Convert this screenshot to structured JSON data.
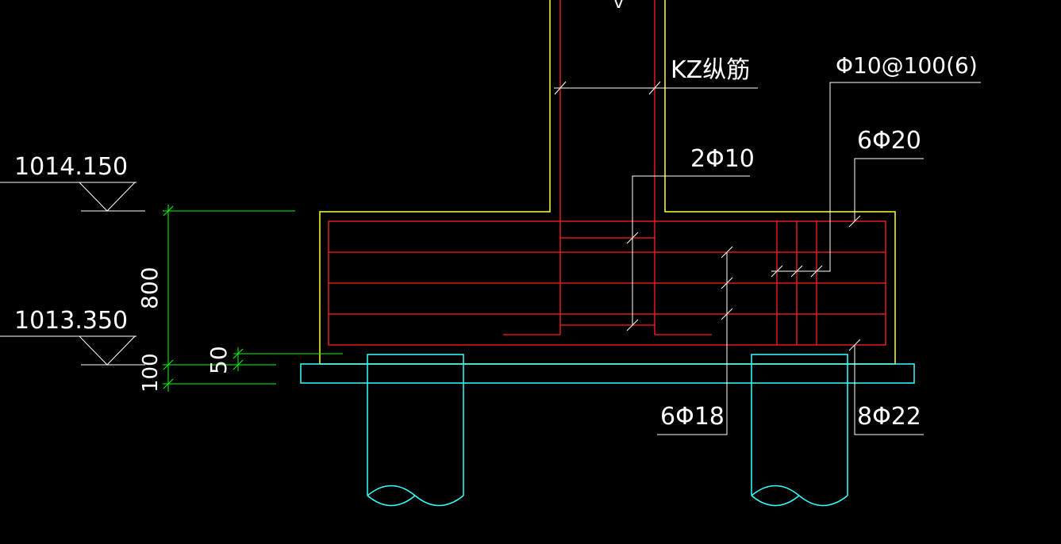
{
  "colors": {
    "background": "#000000",
    "concrete_outline": "#ffff33",
    "rebar": "#ff2020",
    "dimension": "#00ff00",
    "pile_and_cushion": "#33ffff",
    "leader_and_text": "#ffffff"
  },
  "elevations": {
    "top": "1014.150",
    "bottom": "1013.350"
  },
  "dimensions": {
    "cap_height": "800",
    "cover": "50",
    "cushion": "100"
  },
  "rebar_labels": {
    "column_bars": "KZ纵筋",
    "stirrups": "Φ10@100(6)",
    "top_bars": "6Φ20",
    "side_bars": "2Φ10",
    "middle_bars": "6Φ18",
    "bottom_bars": "8Φ22"
  },
  "partial_top_label": "v"
}
